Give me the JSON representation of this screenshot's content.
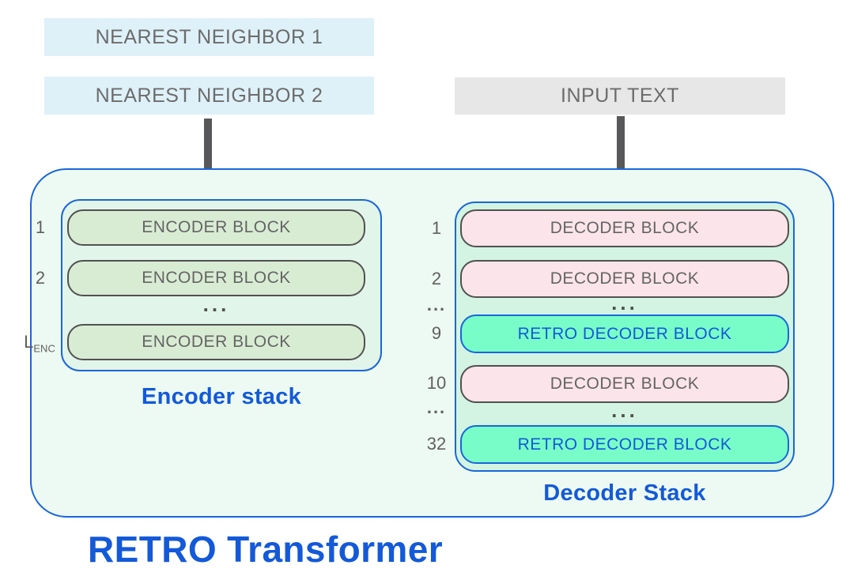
{
  "title": "RETRO Transformer",
  "top_boxes": {
    "nearest_neighbor_1": "NEAREST NEIGHBOR 1",
    "nearest_neighbor_2": "NEAREST NEIGHBOR 2",
    "input_text": "INPUT TEXT"
  },
  "encoder_stack": {
    "caption": "Encoder stack",
    "rows": [
      {
        "index": "1",
        "block": "ENCODER BLOCK",
        "kind": "encoder"
      },
      {
        "index": "2",
        "block": "ENCODER BLOCK",
        "kind": "encoder"
      },
      {
        "index": "",
        "block": "...",
        "kind": "dots"
      },
      {
        "index": "L",
        "index_subscript": "ENC",
        "block": "ENCODER BLOCK",
        "kind": "encoder"
      }
    ]
  },
  "decoder_stack": {
    "caption": "Decoder Stack",
    "rows": [
      {
        "index": "1",
        "block": "DECODER BLOCK",
        "kind": "decoder"
      },
      {
        "index": "2",
        "block": "DECODER BLOCK",
        "kind": "decoder"
      },
      {
        "index": "...",
        "block": "...",
        "kind": "dots"
      },
      {
        "index": "9",
        "block": "RETRO DECODER BLOCK",
        "kind": "retro"
      },
      {
        "index": "10",
        "block": "DECODER BLOCK",
        "kind": "decoder"
      },
      {
        "index": "...",
        "block": "...",
        "kind": "dots"
      },
      {
        "index": "32",
        "block": "RETRO DECODER BLOCK",
        "kind": "retro"
      }
    ]
  },
  "colors": {
    "accent_blue": "#1359D9",
    "border_blue": "#1966DB",
    "nearest_neighbor_fill": "#DEF1F8",
    "input_text_fill": "#E7E7E7",
    "outer_container_fill": "#EDFAF3",
    "encoder_stack_fill": "#E2F5EA",
    "encoder_block_fill": "#D8ECD4",
    "decoder_stack_fill": "#D3F4E2",
    "decoder_block_fill": "#FCE5EA",
    "retro_block_fill": "#79FDC8",
    "gray_text": "#6C6C6C",
    "arrow_gray": "#58585A"
  }
}
